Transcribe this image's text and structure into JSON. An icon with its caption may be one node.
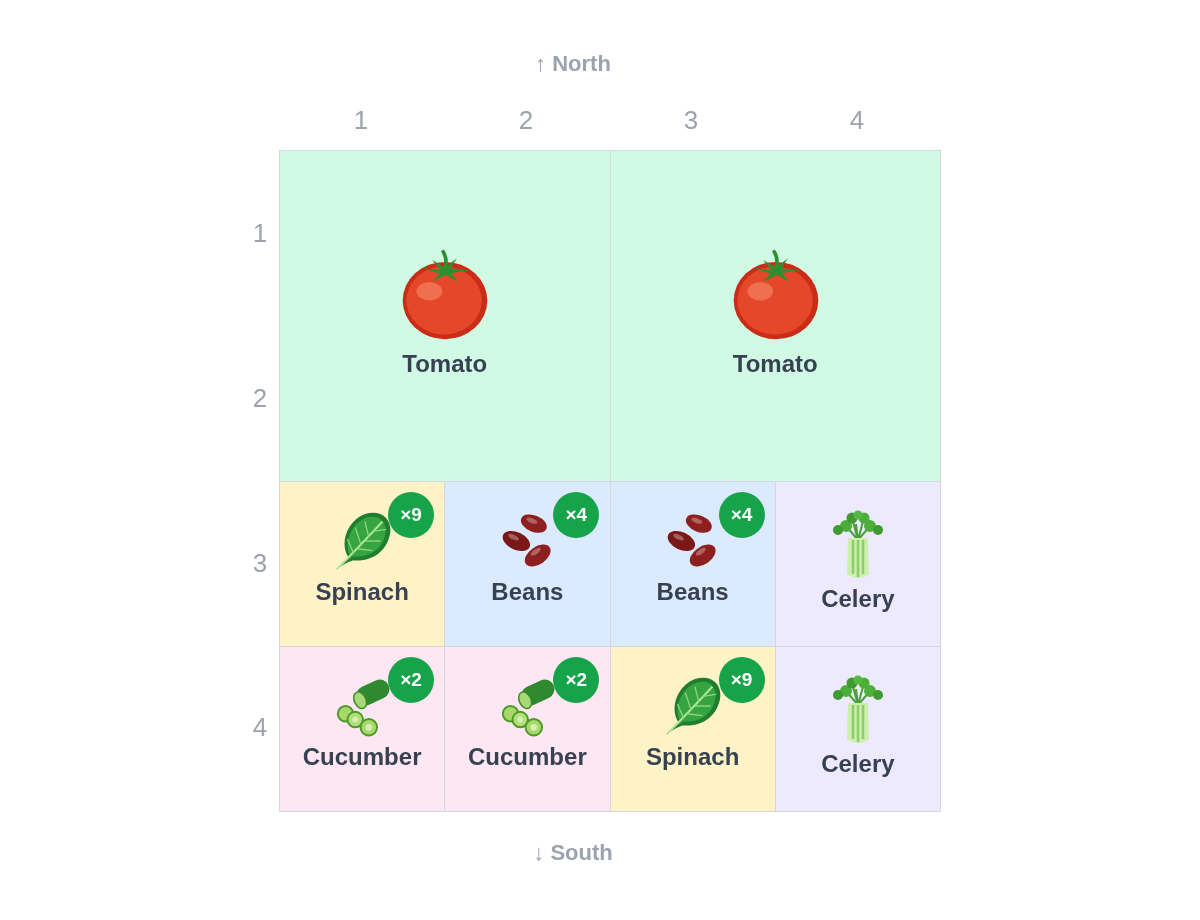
{
  "diagram": {
    "nodes": [
      {
        "text": [
          "Tomato"
        ]
      },
      {
        "text": [
          "Tomato"
        ]
      },
      {
        "text": [
          "Spinach"
        ]
      },
      {
        "text": [
          "×9"
        ],
        "in": 2
      },
      {
        "text": [
          "Beans"
        ]
      },
      {
        "text": [
          "×4"
        ],
        "in": 4
      },
      {
        "text": [
          "Beans"
        ]
      },
      {
        "text": [
          "×4"
        ],
        "in": 6
      },
      {
        "text": [
          "Celery"
        ]
      },
      {
        "text": [
          "Cucumber"
        ]
      },
      {
        "text": [
          "×2"
        ],
        "in": 9
      },
      {
        "text": [
          "Cucumber"
        ]
      },
      {
        "text": [
          "×2"
        ],
        "in": 11
      },
      {
        "text": [
          "Spinach"
        ]
      },
      {
        "text": [
          "×9"
        ],
        "in": 13
      },
      {
        "text": [
          "Celery"
        ]
      }
    ],
    "labels": [
      "↑ North",
      "1",
      "2",
      "3",
      "4",
      "1",
      "2",
      "3",
      "4",
      "↓ South"
    ]
  }
}
